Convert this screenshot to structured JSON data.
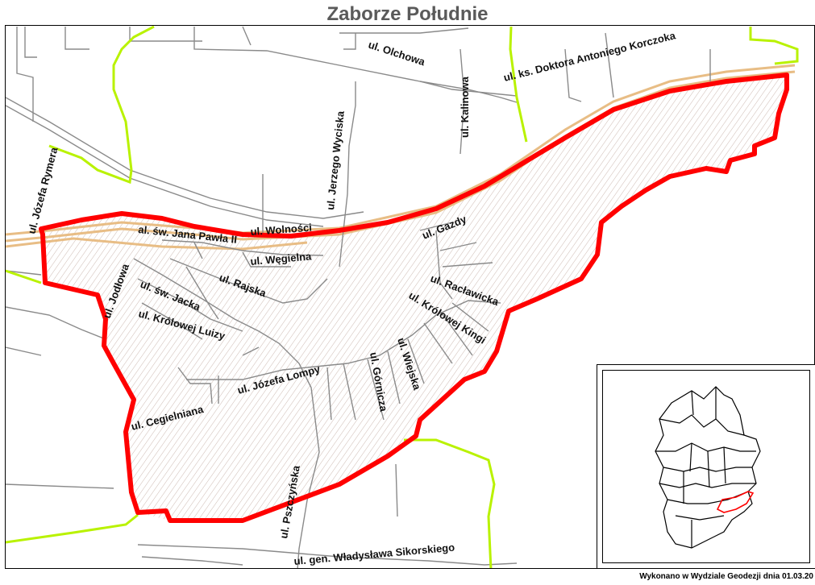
{
  "title": "Zaborze Południe",
  "footer": "Wykonano w Wydziale Geodezji dnia 01.03.20",
  "colors": {
    "boundary": "#ff0000",
    "district_border": "#b5f500",
    "road_main": "#e6b87a",
    "road_minor": "#777777",
    "hatch": "#c9b8b0"
  },
  "streets": {
    "olchowa": "ul. Olchowa",
    "korczoka": "ul. ks. Doktora Antoniego Korczoka",
    "kalinowa": "ul. Kalinowa",
    "wycisko": "ul. Jerzego Wyciska",
    "rymera": "ul. Józefa Rymera",
    "wolnosci": "ul. Wolności",
    "jana_pawla": "al. św. Jana Pawła II",
    "weglelna": "ul. Węgielna",
    "gazdy": "ul. Gazdy",
    "jodlowa": "ul. Jodłowa",
    "rajska": "ul. Rajska",
    "jacka": "ul. św. Jacka",
    "luizy": "ul. Królowej Luizy",
    "raclawicka": "ul. Racławicka",
    "kingi": "ul. Królowej Kingi",
    "wiejska": "ul. Wiejska",
    "gornicza": "ul. Górnicza",
    "lompy": "ul. Józefa Lompy",
    "cegielniana": "ul. Cegielniana",
    "pszczynska": "ul. Pszczyńska",
    "sikorskiego": "ul. gen. Władysława Sikorskiego"
  }
}
